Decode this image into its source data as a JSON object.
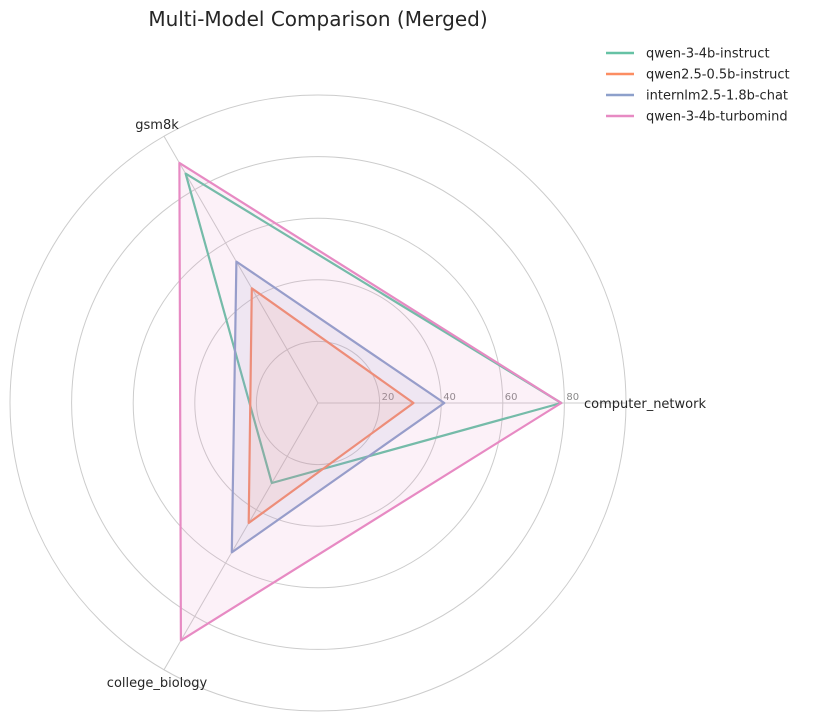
{
  "chart_data": {
    "type": "radar",
    "title": "Multi-Model Comparison (Merged)",
    "axes": [
      "computer_network",
      "gsm8k",
      "college_biology"
    ],
    "rlim": [
      0,
      100
    ],
    "rticks": [
      20,
      40,
      60,
      80
    ],
    "legend_position": "top-right",
    "grid": true,
    "series": [
      {
        "name": "qwen-3-4b-instruct",
        "color": "#66c2a5",
        "fill": false,
        "values": [
          79,
          86,
          30
        ]
      },
      {
        "name": "qwen2.5-0.5b-instruct",
        "color": "#fc8d62",
        "fill": true,
        "values": [
          31,
          43,
          45
        ]
      },
      {
        "name": "internlm2.5-1.8b-chat",
        "color": "#8da0cb",
        "fill": true,
        "values": [
          41,
          53,
          56
        ]
      },
      {
        "name": "qwen-3-4b-turbomind",
        "color": "#e78ac3",
        "fill": true,
        "values": [
          79,
          90,
          89
        ]
      }
    ]
  }
}
